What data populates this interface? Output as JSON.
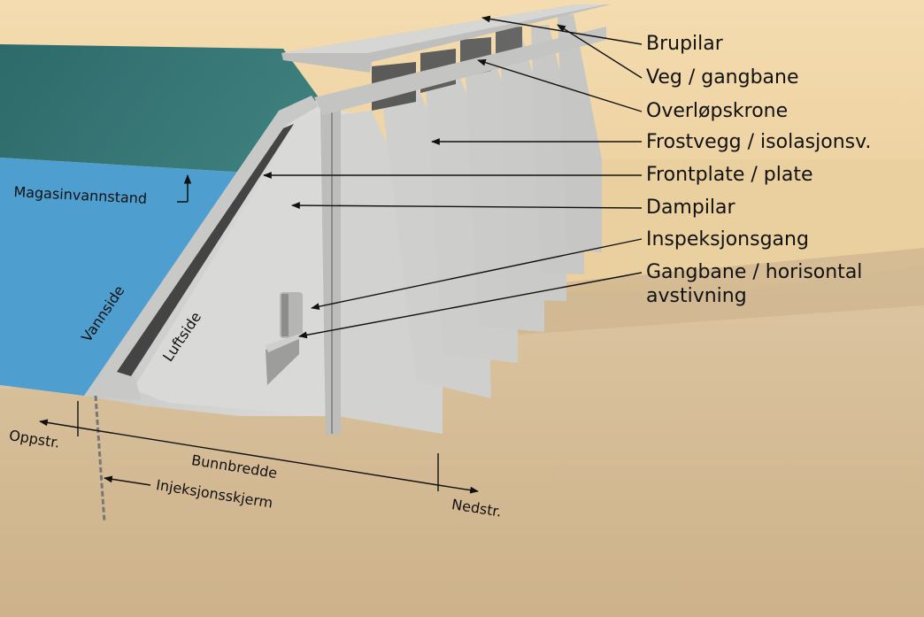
{
  "labels": {
    "brupilar": "Brupilar",
    "veg": "Veg / gangbane",
    "overlop": "Overløpskrone",
    "frostvegg": "Frostvegg / isolasjonsv.",
    "frontplate": "Frontplate / plate",
    "dampilar": "Dampilar",
    "inspeksjon": "Inspeksjonsgang",
    "gangbane_line1": "Gangbane / horisontal",
    "gangbane_line2": "avstivning",
    "magasin": "Magasinvannstand",
    "vannside": "Vannside",
    "luftside": "Luftside",
    "oppstr": "Oppstr.",
    "bunnbredde": "Bunnbredde",
    "injeksjon": "Injeksjonsskjerm",
    "nedstr": "Nedstr."
  },
  "colors": {
    "sky": "#f1d7a6",
    "ground": "#d6be98",
    "water_surface": "#2f6d6c",
    "water_section": "#4e9fd0",
    "concrete_light": "#d6d6d4",
    "concrete_shadow": "#5c5c5a"
  }
}
